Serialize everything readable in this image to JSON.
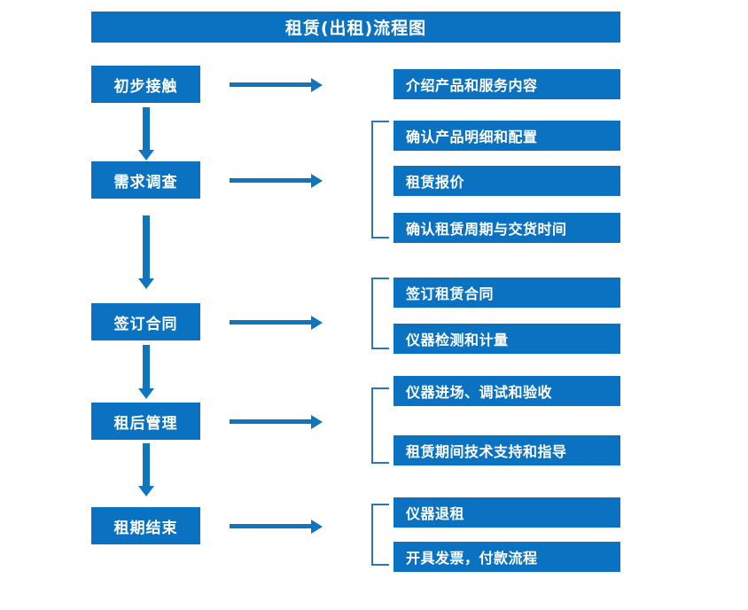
{
  "diagram": {
    "title": "租赁(出租)流程图",
    "colors": {
      "box_fill": "#0b72c2",
      "box_text": "#ffffff",
      "arrow": "#0f75bd",
      "bracket": "#2e75b6",
      "background": "#ffffff"
    },
    "stages": [
      {
        "name": "初步接触",
        "details": [
          "介绍产品和服务内容"
        ]
      },
      {
        "name": "需求调查",
        "details": [
          "确认产品明细和配置",
          "租赁报价",
          "确认租赁周期与交货时间"
        ]
      },
      {
        "name": "签订合同",
        "details": [
          "签订租赁合同",
          "仪器检测和计量"
        ]
      },
      {
        "name": "租后管理",
        "details": [
          "仪器进场、调试和验收",
          "租赁期间技术支持和指导"
        ]
      },
      {
        "name": "租期结束",
        "details": [
          "仪器退租",
          "开具发票，付款流程"
        ]
      }
    ]
  }
}
